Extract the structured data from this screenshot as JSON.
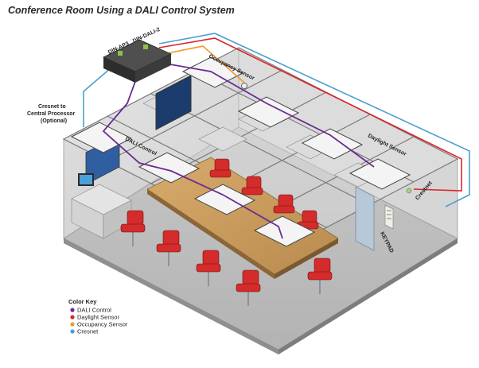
{
  "title": "Conference Room Using a DALI Control System",
  "devices": {
    "din_ap3": "DIN-AP3",
    "din_dali_2": "DIN-DALI-2",
    "keypad": "KEYPAD"
  },
  "labels": {
    "occupancy_sensor": "Occupancy Sensor",
    "daylight_sensor": "Daylight Sensor",
    "dali_control": "DALI Control",
    "crestnet": "Crestnet",
    "cresnet_line1": "Cresnet to",
    "cresnet_line2": "Central Processor",
    "cresnet_line3": "(Optional)"
  },
  "color_key": {
    "title": "Color Key",
    "items": [
      {
        "label": "DALI Control",
        "color": "#6a2c91"
      },
      {
        "label": "Daylight Sensor",
        "color": "#d7262e"
      },
      {
        "label": "Occupancy Sensor",
        "color": "#f29a2e"
      },
      {
        "label": "Cresnet",
        "color": "#4a9fd0"
      }
    ]
  },
  "colors": {
    "dali": "#6a2c91",
    "daylight": "#d7262e",
    "occupancy": "#f29a2e",
    "cresnet": "#4a9fd0",
    "chair": "#d42b2b",
    "table": "#c89a5e"
  }
}
